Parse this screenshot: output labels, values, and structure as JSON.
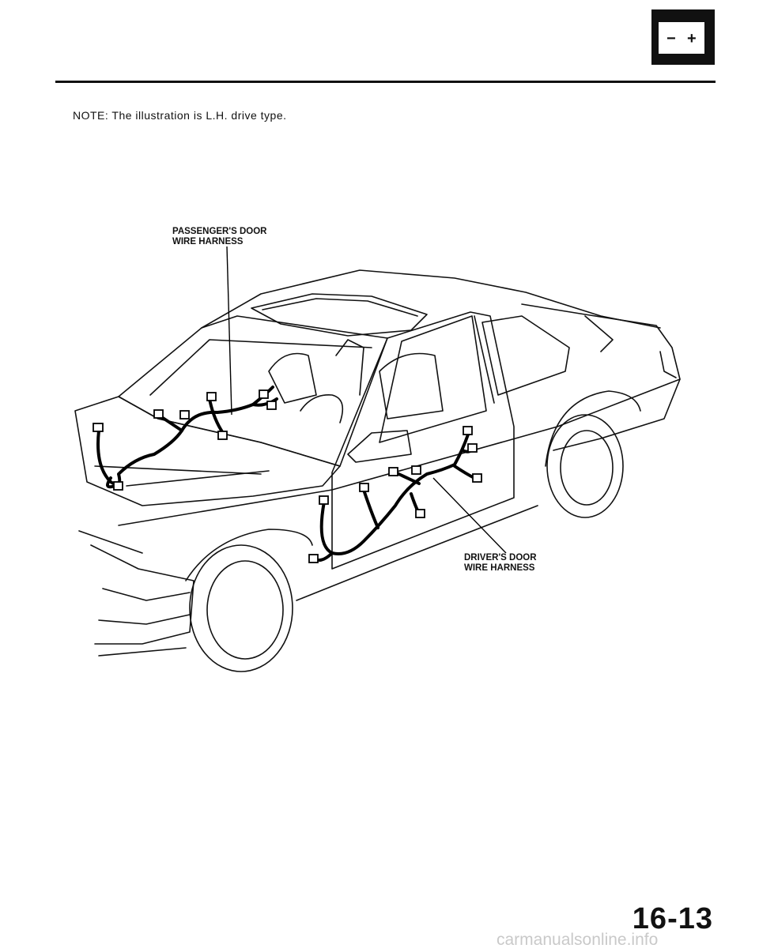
{
  "header": {
    "battery_icon": "battery-icon"
  },
  "note": "NOTE: The illustration is L.H. drive type.",
  "callouts": {
    "passenger": {
      "line1": "PASSENGER'S DOOR",
      "line2": "WIRE HARNESS"
    },
    "driver": {
      "line1": "DRIVER'S DOOR",
      "line2": "WIRE HARNESS"
    }
  },
  "page_number": "16-13",
  "watermark": "carmanualsonline.info"
}
